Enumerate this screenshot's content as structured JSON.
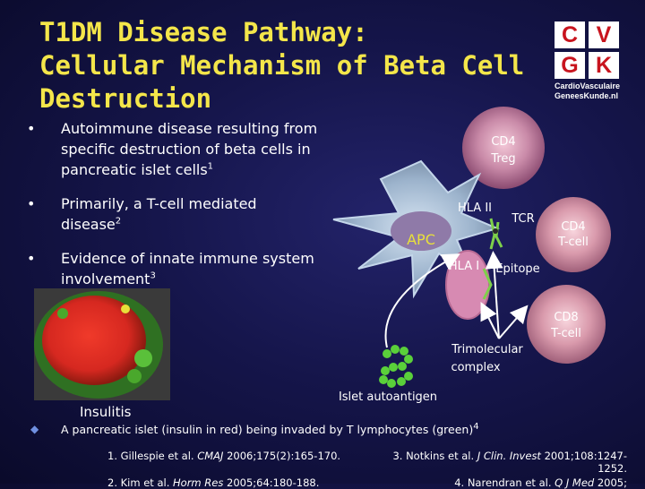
{
  "title": {
    "line1": "T1DM Disease Pathway:",
    "line2": "Cellular Mechanism of Beta Cell",
    "line3": "Destruction"
  },
  "logo": {
    "c": "C",
    "v": "V",
    "g": "G",
    "k": "K",
    "line1": "CardioVasculaire",
    "line2": "GeneesKunde.nl",
    "colors": {
      "letter": "#c8141e",
      "box": "#ffffff"
    }
  },
  "bullets": [
    {
      "marker": "•",
      "text": "Autoimmune disease resulting from specific destruction of beta cells in pancreatic islet cells",
      "sup": "1"
    },
    {
      "marker": "•",
      "text": "Primarily, a T-cell mediated disease",
      "sup": "2"
    },
    {
      "marker": "•",
      "text": "Evidence of innate immune system involvement",
      "sup": "3"
    }
  ],
  "diagram": {
    "cd4_treg": {
      "line1": "CD4",
      "line2": "Treg"
    },
    "hla_ii": "HLA II",
    "tcr": "TCR",
    "apc": "APC",
    "cd4_tcell": {
      "line1": "CD4",
      "line2": "T-cell"
    },
    "hla_i": "HLA I",
    "epitope": "Epitope",
    "cd8_tcell": {
      "line1": "CD8",
      "line2": "T-cell"
    },
    "trimolecular": {
      "line1": "Trimolecular",
      "line2": "complex"
    },
    "islet_autoantigen": "Islet autoantigen",
    "insulitis": "Insulitis"
  },
  "caption": {
    "marker": "◆",
    "text": "A pancreatic islet (insulin in red) being invaded by T lymphocytes (green)",
    "sup": "4"
  },
  "references": {
    "r1": {
      "pre": "1. Gillespie et al. ",
      "journal": "CMAJ",
      "post": " 2006;175(2):165-170."
    },
    "r2": {
      "pre": "2. Kim et al. ",
      "journal": "Horm Res",
      "post": " 2005;64:180-188."
    },
    "r3": {
      "pre": "3. Notkins et al. ",
      "journal": "J Clin. Invest",
      "post": " 2001;108:1247-1252."
    },
    "r4": {
      "pre": "4. Narendran et al. ",
      "journal": "Q J Med",
      "post": " 2005;"
    }
  },
  "colors": {
    "title": "#f4e64a",
    "background": "#15154a"
  }
}
